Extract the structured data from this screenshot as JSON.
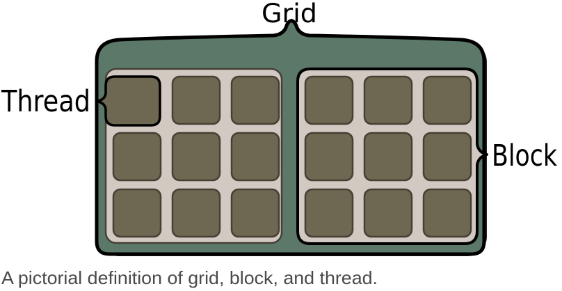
{
  "figure": {
    "labels": {
      "grid": "Grid",
      "thread": "Thread",
      "block": "Block"
    },
    "caption": "A pictorial definition of grid, block, and thread.",
    "structure": {
      "blocks": 2,
      "thread_rows": 3,
      "thread_cols": 3,
      "highlighted_thread": {
        "block": 0,
        "row": 0,
        "col": 0
      },
      "highlighted_block": 1
    },
    "colors": {
      "grid_fill": "#5c7868",
      "block_fill": "#d3c9c3",
      "thread_fill": "#6e6852",
      "thread_border": "#463f33",
      "block_border": "#453f37",
      "highlight_outline": "#000000",
      "label_text": "#000000",
      "caption_text": "#4a4a4a",
      "shadow": "#000000"
    }
  }
}
